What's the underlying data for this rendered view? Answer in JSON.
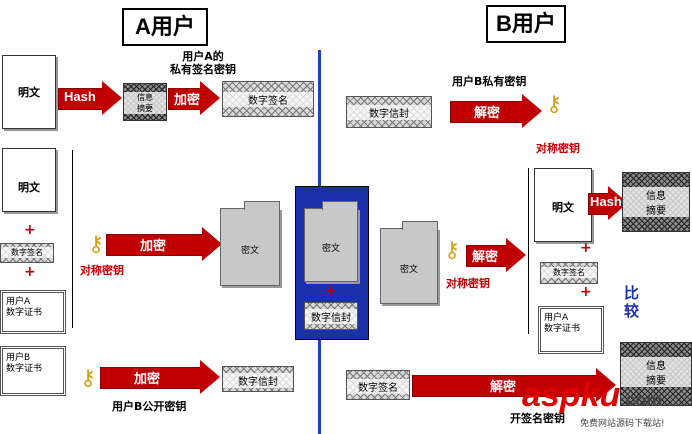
{
  "titles": {
    "a_user": "A用户",
    "b_user": "B用户"
  },
  "labels": {
    "a_private_key": "用户A的\n私有签名密钥",
    "b_private_key": "用户B私有密钥",
    "b_public_key": "用户B公开密钥",
    "symmetric_key_left": "对称密钥",
    "symmetric_key_right1": "对称密钥",
    "symmetric_key_right2": "对称密钥",
    "a_public_sign_key": "开签名密钥",
    "compare": "比\n较"
  },
  "docs": {
    "plaintext": "明文",
    "plaintext2": "明文",
    "plaintext3": "明文"
  },
  "boxes": {
    "info_digest_small": "信息\n摘要",
    "digital_signature": "数字签名",
    "digital_signature_small": "数字签名",
    "digital_envelope_top": "数字信封",
    "digital_envelope_mid": "数字信封",
    "digital_envelope_bottom": "数字信封",
    "ciphertext": "密文",
    "ciphertext_mid": "密文",
    "ciphertext_right": "密文",
    "digital_signature_right": "数字签名",
    "digital_signature_bottom": "数字签名",
    "info_digest_right_top": "信息\n摘要",
    "info_digest_right_bottom": "信息\n摘要"
  },
  "certs": {
    "a_cert": "用户A\n数字证书",
    "b_cert": "用户B\n数字证书",
    "a_cert_right": "用户A\n数字证书"
  },
  "arrows": {
    "hash_left": "Hash",
    "encrypt1": "加密",
    "encrypt2": "加密",
    "encrypt3": "加密",
    "decrypt1": "解密",
    "decrypt2": "解密",
    "decrypt3": "解密",
    "hash_right": "Hash"
  },
  "plus_sign": "+",
  "watermark": {
    "brand": "aspku",
    "suffix": ".com",
    "caption": "免费网站源码下载站!"
  },
  "colors": {
    "arrow_red": "#c00000",
    "divider_blue": "#1f3fbf",
    "envelope_blue": "#1a2faa",
    "key_gold": "#d4a017"
  }
}
